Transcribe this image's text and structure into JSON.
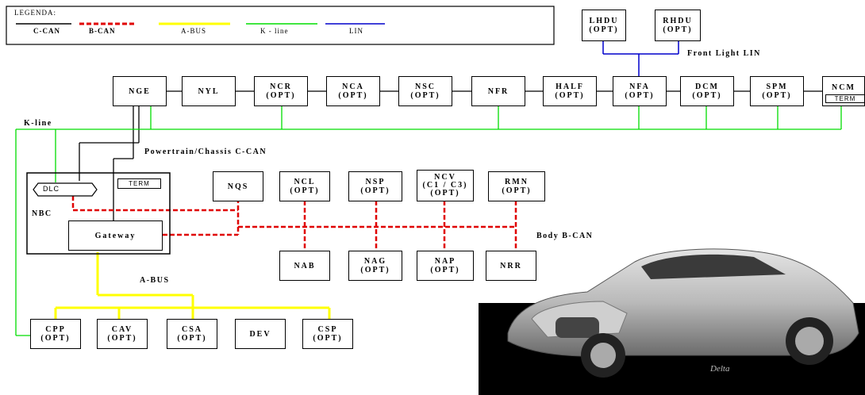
{
  "legend": {
    "title": "LEGENDA:",
    "items": [
      {
        "label": "C-CAN",
        "color": "#000000"
      },
      {
        "label": "B-CAN",
        "color": "#e00000"
      },
      {
        "label": "A-BUS",
        "color": "#ffff00"
      },
      {
        "label": "K - line",
        "color": "#00dd00"
      },
      {
        "label": "LIN",
        "color": "#0000cc"
      }
    ]
  },
  "labels": {
    "front_light_lin": "Front Light LIN",
    "k_line": "K-line",
    "powertrain": "Powertrain/Chassis C-CAN",
    "body_bcan": "Body B-CAN",
    "a_bus": "A-BUS",
    "nbc": "NBC",
    "term": "TERM"
  },
  "nodes": {
    "lhdu": {
      "name": "LHDU",
      "sub": "(OPT)"
    },
    "rhdu": {
      "name": "RHDU",
      "sub": "(OPT)"
    },
    "nge": {
      "name": "NGE",
      "sub": ""
    },
    "nyl": {
      "name": "NYL",
      "sub": ""
    },
    "ncr": {
      "name": "NCR",
      "sub": "(OPT)"
    },
    "nca": {
      "name": "NCA",
      "sub": "(OPT)"
    },
    "nsc": {
      "name": "NSC",
      "sub": "(OPT)"
    },
    "nfr": {
      "name": "NFR",
      "sub": ""
    },
    "half": {
      "name": "HALF",
      "sub": "(OPT)"
    },
    "nfa": {
      "name": "NFA",
      "sub": "(OPT)"
    },
    "dcm": {
      "name": "DCM",
      "sub": "(OPT)"
    },
    "spm": {
      "name": "SPM",
      "sub": "(OPT)"
    },
    "ncm": {
      "name": "NCM",
      "sub": ""
    },
    "dlc": {
      "name": "DLC"
    },
    "gateway": {
      "name": "Gateway"
    },
    "nqs": {
      "name": "NQS",
      "sub": ""
    },
    "ncl": {
      "name": "NCL",
      "sub": "(OPT)"
    },
    "nsp": {
      "name": "NSP",
      "sub": "(OPT)"
    },
    "ncv": {
      "name": "NCV",
      "mid": "(C1 / C3)",
      "sub": "(OPT)"
    },
    "rmn": {
      "name": "RMN",
      "sub": "(OPT)"
    },
    "nab": {
      "name": "NAB",
      "sub": ""
    },
    "nag": {
      "name": "NAG",
      "sub": "(OPT)"
    },
    "nap": {
      "name": "NAP",
      "sub": "(OPT)"
    },
    "nrr": {
      "name": "NRR",
      "sub": ""
    },
    "cpp": {
      "name": "CPP",
      "sub": "(OPT)"
    },
    "cav": {
      "name": "CAV",
      "sub": "(OPT)"
    },
    "csa": {
      "name": "CSA",
      "sub": "(OPT)"
    },
    "dev": {
      "name": "DEV",
      "sub": ""
    },
    "csp": {
      "name": "CSP",
      "sub": "(OPT)"
    }
  },
  "car_badge": "Delta"
}
